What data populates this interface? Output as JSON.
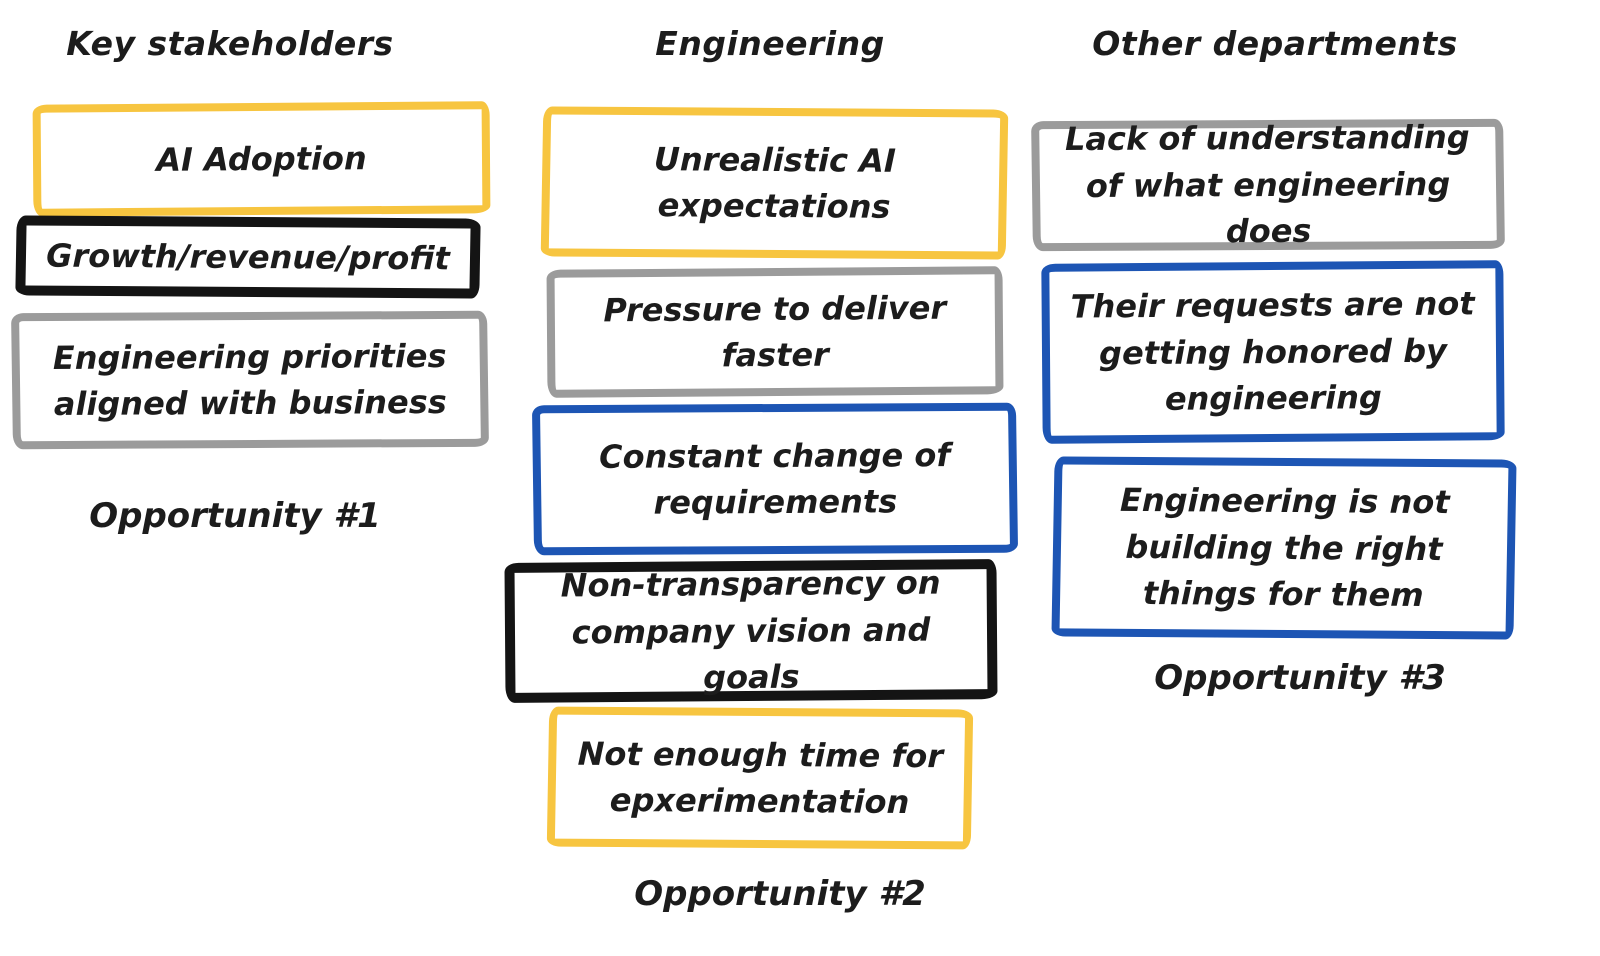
{
  "colors": {
    "yellow": "#F7C540",
    "black": "#141414",
    "gray": "#9B9B9B",
    "blue": "#1D55B4",
    "text": "#1C1C1C",
    "background": "#FFFFFF"
  },
  "columns": [
    {
      "header": "Key stakeholders",
      "cards": [
        {
          "text": "AI Adoption",
          "color": "yellow"
        },
        {
          "text": "Growth/revenue/profit",
          "color": "black"
        },
        {
          "text": "Engineering priorities aligned with business",
          "color": "gray"
        }
      ],
      "footer": "Opportunity #1"
    },
    {
      "header": "Engineering",
      "cards": [
        {
          "text": "Unrealistic AI expectations",
          "color": "yellow"
        },
        {
          "text": "Pressure to deliver faster",
          "color": "gray"
        },
        {
          "text": "Constant change of requirements",
          "color": "blue"
        },
        {
          "text": "Non-transparency on company vision and goals",
          "color": "black"
        },
        {
          "text": "Not enough time for epxerimentation",
          "color": "yellow"
        }
      ],
      "footer": "Opportunity #2"
    },
    {
      "header": "Other departments",
      "cards": [
        {
          "text": "Lack of understanding of what engineering does",
          "color": "gray"
        },
        {
          "text": "Their requests are not getting honored by engineering",
          "color": "blue"
        },
        {
          "text": "Engineering is not building the right things for them",
          "color": "blue"
        }
      ],
      "footer": "Opportunity #3"
    }
  ]
}
